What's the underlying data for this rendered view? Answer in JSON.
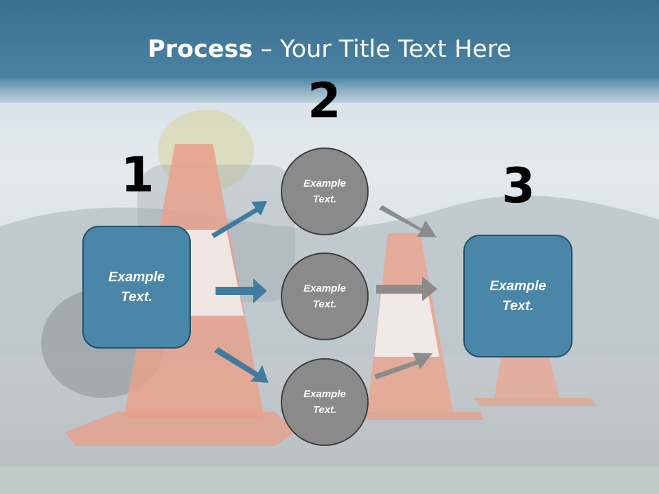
{
  "title": {
    "bold": "Process",
    "rest": " – Your Title Text Here"
  },
  "steps": {
    "num1": "1",
    "num2": "2",
    "num3": "3"
  },
  "box1": {
    "text": "Example\nText."
  },
  "box3": {
    "text": "Example\nText."
  },
  "circles": [
    {
      "text": "Example\nText."
    },
    {
      "text": "Example\nText."
    },
    {
      "text": "Example\nText."
    }
  ],
  "colors": {
    "title_bar": "#3f7596",
    "box_fill": "#4a86a8",
    "box_border": "#24506a",
    "circle_fill": "#8a8a8a",
    "blue_arrow": "#3f7c9f",
    "gray_arrow": "#8c8c8c"
  }
}
